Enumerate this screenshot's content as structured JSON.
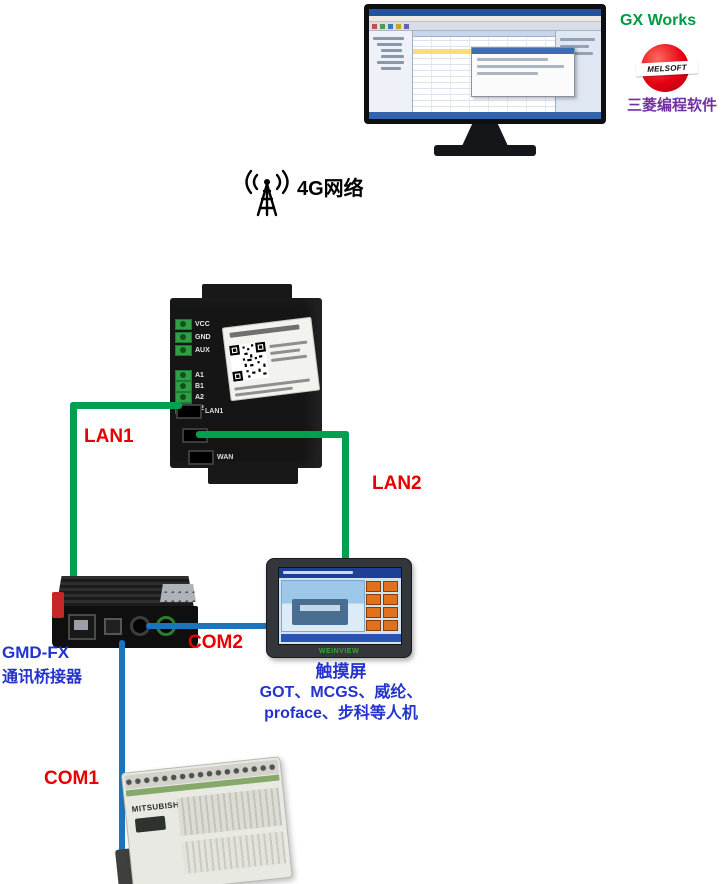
{
  "colors": {
    "cable_green": "#00a14e",
    "cable_blue": "#1b75bc",
    "label_red": "#e60000",
    "label_blue": "#2333cc",
    "gx_green": "#009a44",
    "cn_purple": "#7030a0",
    "melsoft_red": "#e60012"
  },
  "pc": {
    "software_label": "GX Works",
    "logo_text": "MELSOFT",
    "software_cn": "三菱编程软件"
  },
  "network": {
    "label": "4G网络"
  },
  "bridge": {
    "terminals_power": [
      "VCC",
      "GND",
      "AUX"
    ],
    "terminals_serial": [
      "A1",
      "B1",
      "A2",
      "B2"
    ],
    "ports": [
      "LAN1",
      "LAN2",
      "WAN"
    ]
  },
  "connections": {
    "lan1": "LAN1",
    "lan2": "LAN2",
    "com1": "COM1",
    "com2": "COM2"
  },
  "gmd": {
    "name": "GMD-FX",
    "desc": "通讯桥接器"
  },
  "hmi": {
    "brand": "WEINVIEW",
    "title": "触摸屏",
    "line1": "GOT、MCGS、威纶、",
    "line2": "proface、步科等人机"
  },
  "plc": {
    "brand": "MITSUBISHI"
  }
}
